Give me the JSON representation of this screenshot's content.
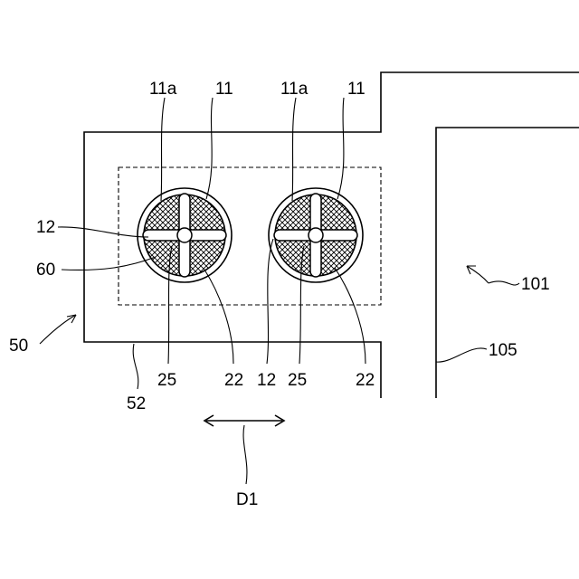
{
  "figure": {
    "labels": {
      "fan_left_11a": "11a",
      "fan_left_11": "11",
      "fan_right_11a": "11a",
      "fan_right_11": "11",
      "left_12": "12",
      "left_60": "60",
      "unit_50": "50",
      "unit_52": "52",
      "left_25": "25",
      "left_22": "22",
      "right_12": "12",
      "right_25": "25",
      "right_22": "22",
      "device_101": "101",
      "device_105": "105",
      "direction_d1": "D1"
    }
  }
}
